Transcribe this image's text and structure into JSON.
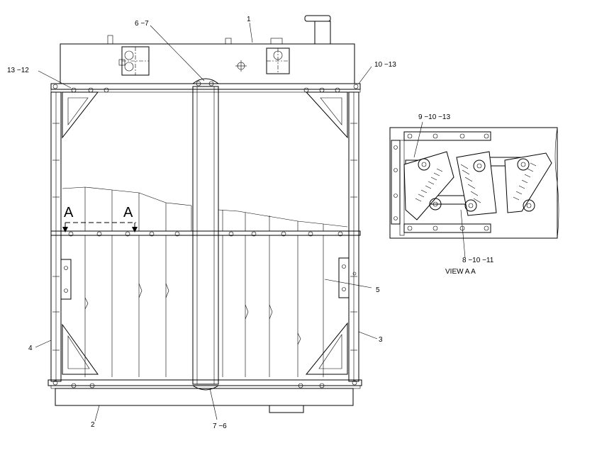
{
  "callouts": {
    "c1": "1",
    "c6_7": "6 −7",
    "c13_12": "13 −12",
    "c10_13": "10 −13",
    "c9_10_13": "9 −10 −13",
    "c5": "5",
    "c3": "3",
    "c4": "4",
    "c2": "2",
    "c7_6": "7 −6",
    "c8_10_11": "8 −10 −11"
  },
  "section": {
    "left": "A",
    "right": "A"
  },
  "view_caption": "VIEW  A A"
}
